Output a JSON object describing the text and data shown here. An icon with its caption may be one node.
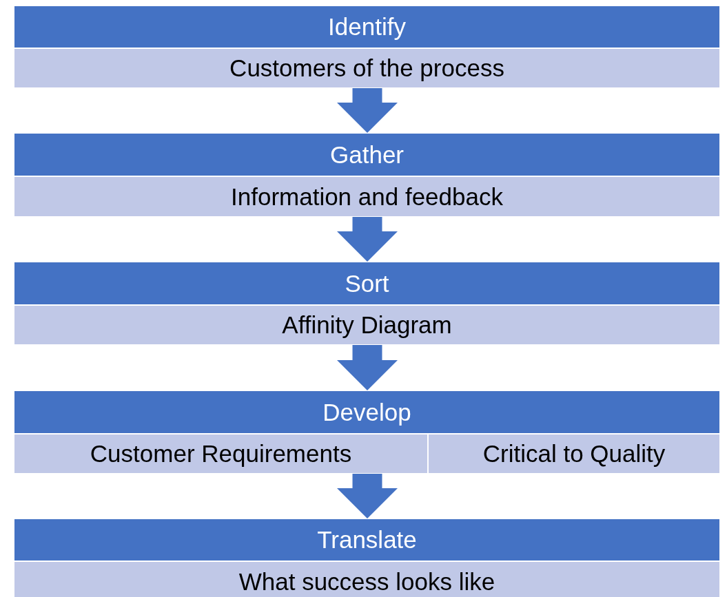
{
  "diagram": {
    "nodes": [
      {
        "text": [
          "Identify"
        ]
      },
      {
        "text": [
          "Customers of the process"
        ]
      },
      {
        "text": [
          "Gather"
        ]
      },
      {
        "text": [
          "Information and feedback"
        ]
      },
      {
        "text": [
          "Sort"
        ]
      },
      {
        "text": [
          "Affinity Diagram"
        ]
      },
      {
        "text": [
          "Develop"
        ]
      },
      {
        "text": [
          "Customer Requirements"
        ]
      },
      {
        "text": [
          "Critical to Quality"
        ]
      },
      {
        "text": [
          "Translate"
        ]
      },
      {
        "text": [
          "What success looks like"
        ]
      }
    ],
    "edges": [
      {
        "from": 1,
        "to": 2,
        "arrow": "to"
      },
      {
        "from": 3,
        "to": 4,
        "arrow": "to"
      },
      {
        "from": 5,
        "to": 6,
        "arrow": "to"
      },
      {
        "from": 7,
        "to": 9,
        "arrow": "to"
      }
    ]
  }
}
